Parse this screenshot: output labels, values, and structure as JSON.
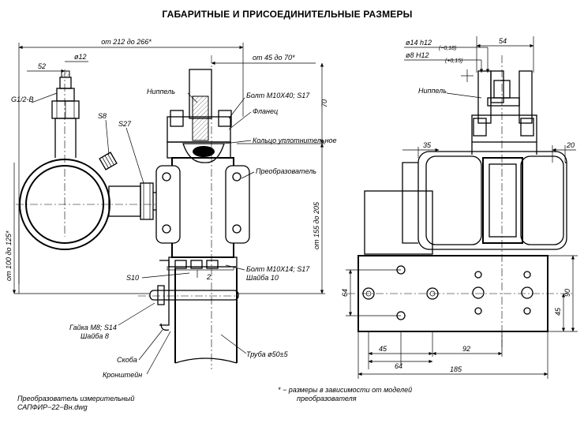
{
  "title": "ГАБАРИТНЫЕ И ПРИСОЕДИНИТЕЛЬНЫЕ РАЗМЕРЫ",
  "left_view": {
    "dims": {
      "overall_width": "от 212 до 266*",
      "top_offset": "от 45 до 70*",
      "d52": "52",
      "d12": "ø12",
      "thread": "G1/2-B",
      "s8": "S8",
      "s27": "S27",
      "d70": "70",
      "h155": "от 155 до 205",
      "h100": "от 100 до 125*",
      "d2": "2",
      "s10": "S10"
    },
    "labels": {
      "nipple": "Ниппель",
      "bolt_top": "Болт М10Х40; S17",
      "flange": "Фланец",
      "ring": "Кольцо уплотнительное",
      "converter": "Преобразователь",
      "bolt_bottom": "Болт М10Х14; S17",
      "washer10": "Шайба 10",
      "nut": "Гайка М8; S14",
      "washer8": "Шайба 8",
      "pipe": "Труба ø50±5",
      "bracket_clamp": "Скоба",
      "bracket": "Кронштейн"
    }
  },
  "right_view": {
    "dims": {
      "d14": "ø14 h12",
      "d14_tol": "(−0,18)",
      "d8": "ø8 H12",
      "d8_tol": "(+0,15)",
      "d54": "54",
      "d35": "35",
      "d20": "20",
      "d64v": "64",
      "d90": "90",
      "d45v": "45",
      "d45h": "45",
      "d92": "92",
      "d64h": "64",
      "d185": "185"
    },
    "labels": {
      "nipple": "Ниппель"
    }
  },
  "footer": {
    "file_line1": "Преобразователь измерительный",
    "file_line2": "САПФИР−22−Вн.dwg",
    "note_line1": "* − размеры в зависимости от моделей",
    "note_line2": "преобразователя"
  }
}
